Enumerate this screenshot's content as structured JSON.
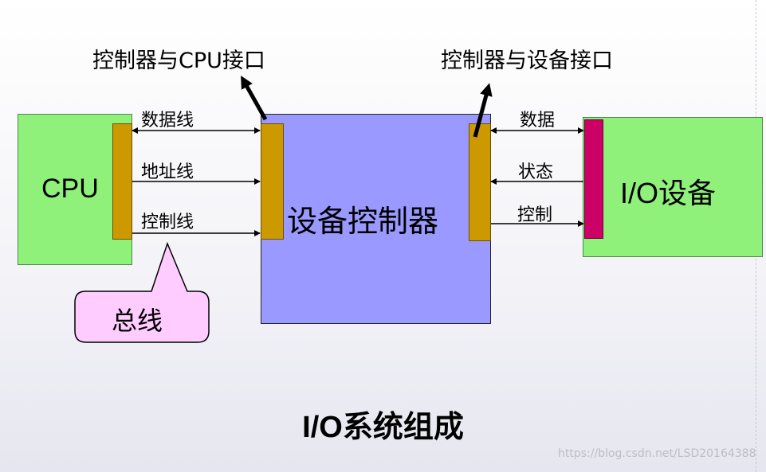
{
  "title_cpu_interface": "控制器与CPU接口",
  "title_device_interface": "控制器与设备接口",
  "cpu": {
    "label": "CPU"
  },
  "controller": {
    "label": "设备控制器"
  },
  "io_device": {
    "label": "I/O设备"
  },
  "bus": {
    "data_line": "数据线",
    "address_line": "地址线",
    "control_line": "控制线",
    "callout": "总线"
  },
  "device_lines": {
    "data": "数据",
    "status": "状态",
    "control": "控制"
  },
  "caption": "I/O系统组成",
  "watermark": "https://blog.csdn.net/LSD20164388",
  "colors": {
    "box_green": "#8ff07a",
    "controller_blue": "#9999ff",
    "port_gold": "#cc9900",
    "port_magenta": "#cc0066",
    "callout_pink": "#ffccff"
  }
}
